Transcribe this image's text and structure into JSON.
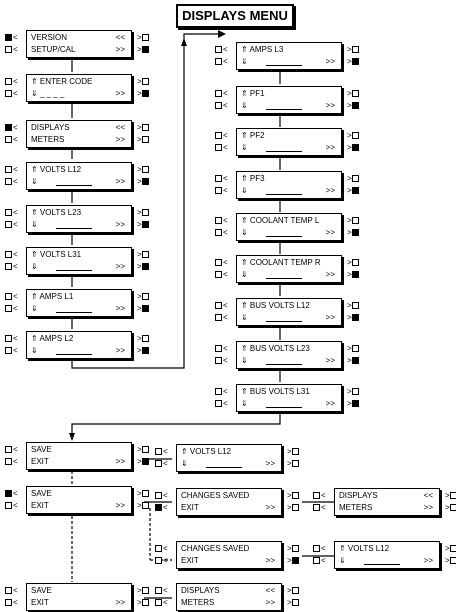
{
  "title": "DISPLAYS MENU",
  "arrows": {
    "up": "⇑",
    "down": "⇓"
  },
  "symbols": {
    "prev": "<",
    "next": ">"
  },
  "screens": [
    {
      "top": "VERSION",
      "top_r": "<<",
      "bottom": "SETUP/CAL",
      "bottom_r": ">>",
      "arrows": false,
      "keys": "FEEF"
    },
    {
      "top": "ENTER CODE",
      "top_r": "",
      "bottom": "_ _ _ _",
      "bottom_r": ">>",
      "arrows": true,
      "keys": "EEEF"
    },
    {
      "top": "DISPLAYS",
      "top_r": "<<",
      "bottom": "METERS",
      "bottom_r": ">>",
      "arrows": false,
      "keys": "FEEE"
    },
    {
      "top": "VOLTS  L12",
      "top_r": "",
      "bottom": "",
      "bottom_r": ">>",
      "arrows": true,
      "keys": "EEEF"
    },
    {
      "top": "VOLTS  L23",
      "top_r": "",
      "bottom": "",
      "bottom_r": ">>",
      "arrows": true,
      "keys": "EEEF"
    },
    {
      "top": "VOLTS  L31",
      "top_r": "",
      "bottom": "",
      "bottom_r": ">>",
      "arrows": true,
      "keys": "EEEF"
    },
    {
      "top": "AMPS  L1",
      "top_r": "",
      "bottom": "",
      "bottom_r": ">>",
      "arrows": true,
      "keys": "EEEF"
    },
    {
      "top": "AMPS  L2",
      "top_r": "",
      "bottom": "",
      "bottom_r": ">>",
      "arrows": true,
      "keys": "EEEF"
    },
    {
      "top": "AMPS  L3",
      "top_r": "",
      "bottom": "",
      "bottom_r": ">>",
      "arrows": true,
      "keys": "EEEF"
    },
    {
      "top": "PF1",
      "top_r": "",
      "bottom": "",
      "bottom_r": ">>",
      "arrows": true,
      "keys": "EEEF"
    },
    {
      "top": "PF2",
      "top_r": "",
      "bottom": "",
      "bottom_r": ">>",
      "arrows": true,
      "keys": "EEEF"
    },
    {
      "top": "PF3",
      "top_r": "",
      "bottom": "",
      "bottom_r": ">>",
      "arrows": true,
      "keys": "EEEF"
    },
    {
      "top": "COOLANT TEMP L",
      "top_r": "",
      "bottom": "",
      "bottom_r": ">>",
      "arrows": true,
      "keys": "EEEF"
    },
    {
      "top": "COOLANT TEMP R",
      "top_r": "",
      "bottom": "",
      "bottom_r": ">>",
      "arrows": true,
      "keys": "EEEF"
    },
    {
      "top": "BUS VOLTS L12",
      "top_r": "",
      "bottom": "",
      "bottom_r": ">>",
      "arrows": true,
      "keys": "EEEF"
    },
    {
      "top": "BUS VOLTS L23",
      "top_r": "",
      "bottom": "",
      "bottom_r": ">>",
      "arrows": true,
      "keys": "EEEF"
    },
    {
      "top": "BUS VOLTS L31",
      "top_r": "",
      "bottom": "",
      "bottom_r": ">>",
      "arrows": true,
      "keys": "EEEF"
    },
    {
      "top": "SAVE",
      "top_r": "",
      "bottom": "EXIT",
      "bottom_r": ">>",
      "arrows": false,
      "keys": "EEEF"
    },
    {
      "top": "VOLTS  L12",
      "top_r": "",
      "bottom": "",
      "bottom_r": ">>",
      "arrows": true,
      "keys": "EEEE"
    },
    {
      "top": "SAVE",
      "top_r": "",
      "bottom": "EXIT",
      "bottom_r": ">>",
      "arrows": false,
      "keys": "FEEE"
    },
    {
      "top": "CHANGES SAVED",
      "top_r": "",
      "bottom": "EXIT",
      "bottom_r": ">>",
      "arrows": false,
      "keys": "EFEE"
    },
    {
      "top": "DISPLAYS",
      "top_r": "<<",
      "bottom": "METERS",
      "bottom_r": ">>",
      "arrows": false,
      "keys": "EEEE"
    },
    {
      "top": "CHANGES SAVED",
      "top_r": "",
      "bottom": "EXIT",
      "bottom_r": ">>",
      "arrows": false,
      "keys": "EEEF"
    },
    {
      "top": "VOLTS  L12",
      "top_r": "",
      "bottom": "",
      "bottom_r": ">>",
      "arrows": true,
      "keys": "EEEE"
    },
    {
      "top": "SAVE",
      "top_r": "",
      "bottom": "EXIT",
      "bottom_r": ">>",
      "arrows": false,
      "keys": "EEEE"
    },
    {
      "top": "DISPLAYS",
      "top_r": "<<",
      "bottom": "METERS",
      "bottom_r": ">>",
      "arrows": false,
      "keys": "EEEE"
    }
  ]
}
